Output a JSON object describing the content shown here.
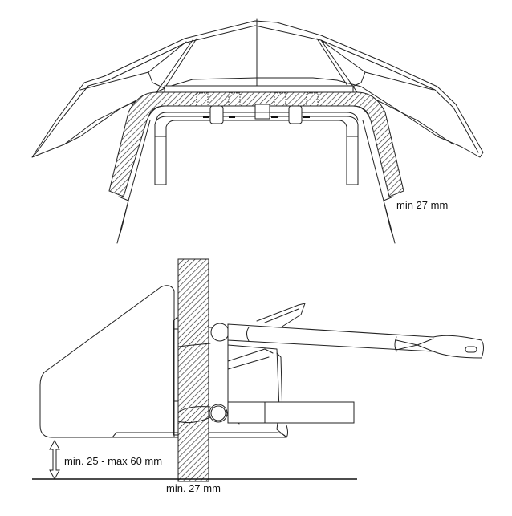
{
  "diagram": {
    "top_view": {
      "description": "Top view of bracket mounted around a rail/bulkhead",
      "label_thickness": "min 27 mm"
    },
    "side_view": {
      "description": "Side view of mounting bracket clamped through a board/wall",
      "label_height": "min. 25 - max 60 mm",
      "label_thickness": "min. 27 mm"
    },
    "colors": {
      "line": "#222222",
      "background": "#ffffff",
      "hatch": "#333333"
    }
  }
}
